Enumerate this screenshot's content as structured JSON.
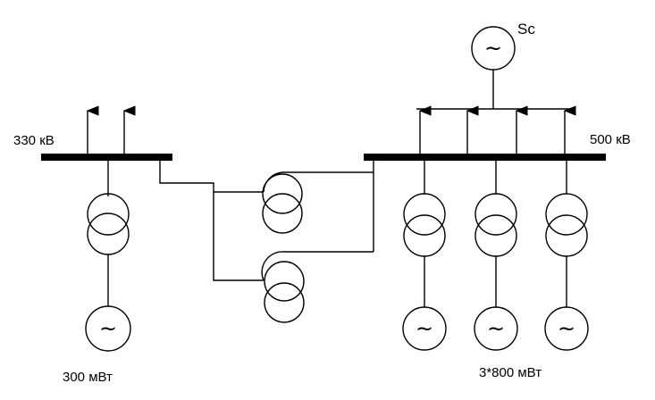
{
  "labels": {
    "bus_330": "330 кВ",
    "bus_500": "500 кВ",
    "sc": "Sc",
    "gen_left": "300 мВт",
    "gen_right": "3*800 мВт"
  },
  "generator_symbol": "~"
}
